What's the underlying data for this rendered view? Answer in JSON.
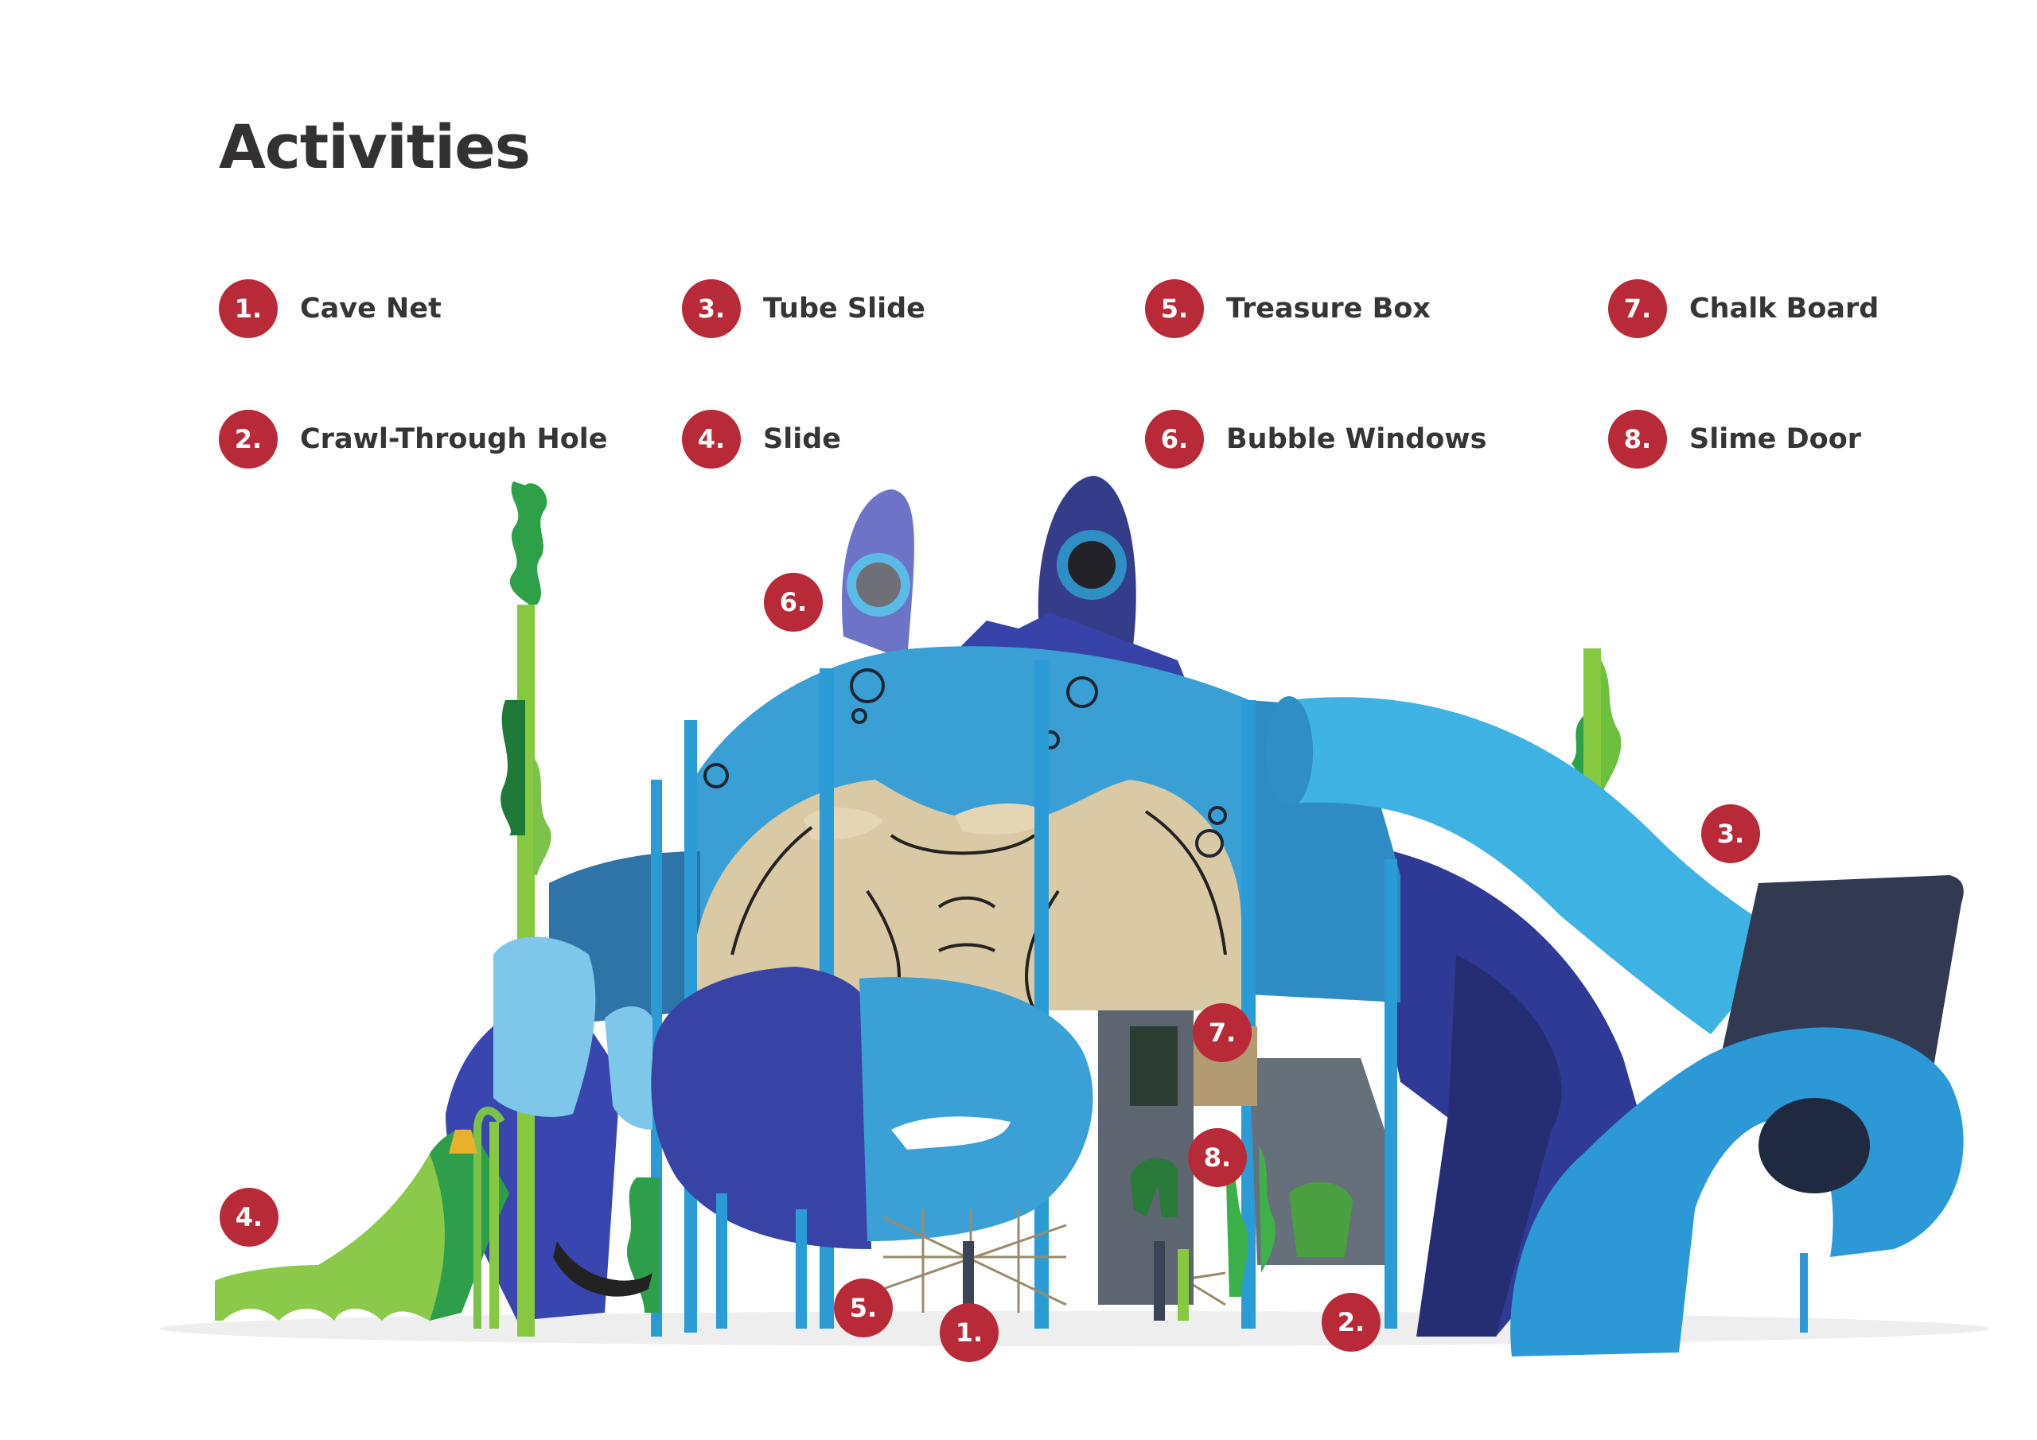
{
  "page": {
    "title": "Activities"
  },
  "legend": [
    {
      "number": "1.",
      "label": "Cave Net"
    },
    {
      "number": "2.",
      "label": "Crawl-Through Hole"
    },
    {
      "number": "3.",
      "label": "Tube Slide"
    },
    {
      "number": "4.",
      "label": "Slide"
    },
    {
      "number": "5.",
      "label": "Treasure Box"
    },
    {
      "number": "6.",
      "label": "Bubble Windows"
    },
    {
      "number": "7.",
      "label": "Chalk Board"
    },
    {
      "number": "8.",
      "label": "Slime Door"
    }
  ],
  "markers": [
    {
      "number": "1.",
      "feature": "Cave Net"
    },
    {
      "number": "2.",
      "feature": "Crawl-Through Hole"
    },
    {
      "number": "3.",
      "feature": "Tube Slide"
    },
    {
      "number": "4.",
      "feature": "Slide"
    },
    {
      "number": "5.",
      "feature": "Treasure Box"
    },
    {
      "number": "6.",
      "feature": "Bubble Windows"
    },
    {
      "number": "7.",
      "feature": "Chalk Board"
    },
    {
      "number": "8.",
      "feature": "Slime Door"
    }
  ],
  "illustration": {
    "subject": "crab-themed playground structure",
    "colors": {
      "badge_red": "#b82a38",
      "sky_blue": "#3aa3d6",
      "light_blue": "#7cc6ea",
      "navy": "#2f3f9e",
      "deep_navy": "#2b3270",
      "tan": "#d9c9a4",
      "green": "#2e9e4a",
      "lime": "#8bc94a",
      "gray": "#5d6770",
      "charcoal": "#37424f"
    }
  }
}
